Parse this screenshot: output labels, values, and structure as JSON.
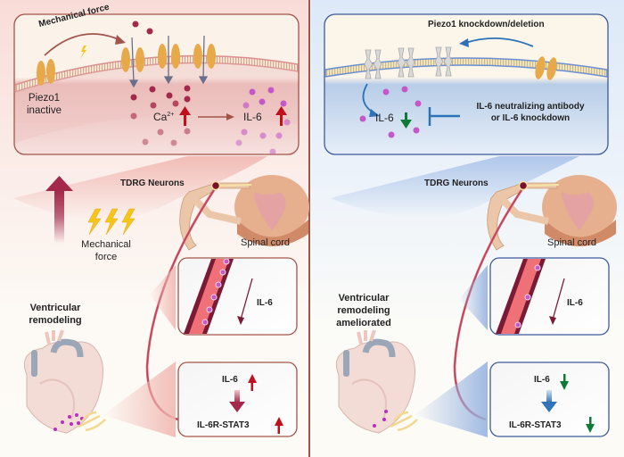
{
  "left": {
    "inset": {
      "mechanical_force": "Mechanical force",
      "piezo_label_1": "Piezo1",
      "piezo_label_2": "inactive",
      "ca_label": "Ca",
      "ca_superscript": "2+",
      "il6_label": "IL-6",
      "ca_trend": "up",
      "il6_trend": "up"
    },
    "tdrg_label": "TDRG Neurons",
    "spinal_cord_label": "Spinal cord",
    "mechanical_force_1": "Mechanical",
    "mechanical_force_2": "force",
    "outcome_1": "Ventricular",
    "outcome_2": "remodeling",
    "vessel_label": "IL-6",
    "cascade": {
      "top": "IL-6",
      "bottom": "IL-6R-STAT3",
      "top_trend": "up",
      "bottom_trend": "up"
    }
  },
  "right": {
    "inset": {
      "knockdown_label": "Piezo1 knockdown/deletion",
      "il6_label": "IL-6",
      "il6_trend": "down",
      "inhibitor_1": "IL-6 neutralizing antibody",
      "inhibitor_2": "or IL-6 knockdown"
    },
    "tdrg_label": "TDRG Neurons",
    "spinal_cord_label": "Spinal cord",
    "outcome_1": "Ventricular",
    "outcome_2": "remodeling",
    "outcome_3": "ameliorated",
    "vessel_label": "IL-6",
    "cascade": {
      "top": "IL-6",
      "bottom": "IL-6R-STAT3",
      "top_trend": "down",
      "bottom_trend": "down"
    }
  },
  "colors": {
    "up_arrow": "#c0101e",
    "down_arrow": "#0f7a35",
    "left_accent": "#a2544a",
    "right_accent": "#3d5a9c",
    "piezo_active": "#e8a94a",
    "piezo_inactive": "#d9d9d9",
    "calcium_dot": "#a3284a",
    "il6_dot": "#c458c8"
  }
}
